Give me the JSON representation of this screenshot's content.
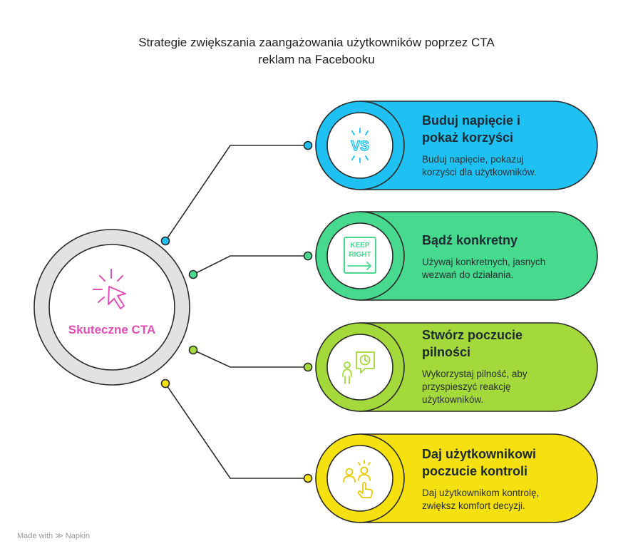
{
  "title": {
    "line1": "Strategie zwiększania zaangażowania użytkowników poprzez CTA",
    "line2": "reklam na Facebooku"
  },
  "center": {
    "label": "Skuteczne CTA",
    "icon": "cursor-click-icon"
  },
  "items": [
    {
      "heading_line1": "Buduj napięcie i",
      "heading_line2": "pokaż korzyści",
      "desc_line1": "Buduj napięcie, pokazuj",
      "desc_line2": "korzyści dla użytkowników.",
      "desc_line3": "",
      "color": "#1fc0f2",
      "icon": "vs-icon",
      "icon_text": "VS"
    },
    {
      "heading_line1": "Bądź konkretny",
      "heading_line2": "",
      "desc_line1": "Używaj konkretnych, jasnych",
      "desc_line2": "wezwań do działania.",
      "desc_line3": "",
      "color": "#47d98d",
      "icon": "keep-right-sign-icon",
      "icon_text_1": "KEEP",
      "icon_text_2": "RIGHT"
    },
    {
      "heading_line1": "Stwórz poczucie",
      "heading_line2": "pilności",
      "desc_line1": "Wykorzystaj pilność, aby",
      "desc_line2": "przyspieszyć reakcję",
      "desc_line3": "użytkowników.",
      "color": "#a3d93b",
      "icon": "person-clock-icon"
    },
    {
      "heading_line1": "Daj użytkownikowi",
      "heading_line2": "poczucie kontroli",
      "desc_line1": "Daj użytkownikom kontrolę,",
      "desc_line2": "zwiększ komfort decyzji.",
      "desc_line3": "",
      "color": "#f5e10f",
      "icon": "users-hand-icon"
    }
  ],
  "footer": {
    "made_with": "Made with",
    "brand": "Napkin"
  }
}
